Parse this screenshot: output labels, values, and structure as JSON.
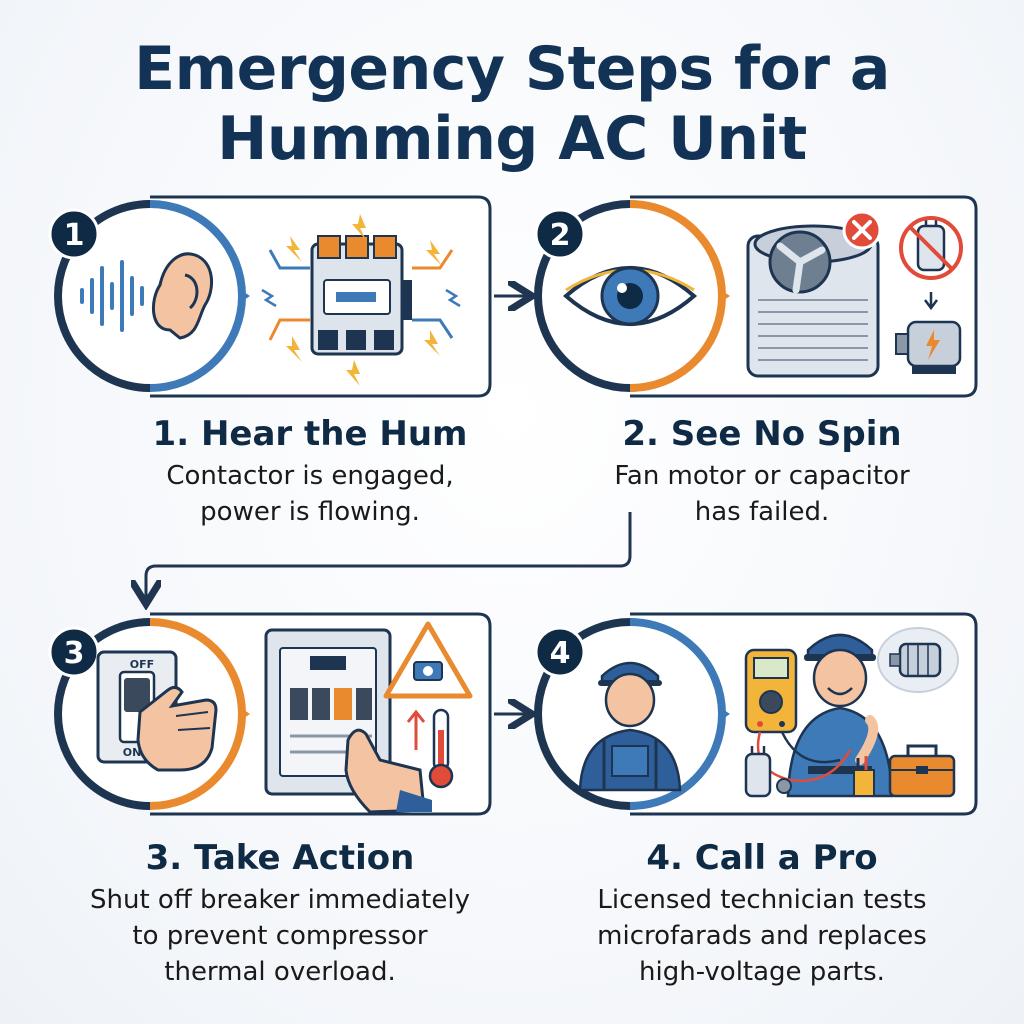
{
  "title": {
    "line1": "Emergency Steps for a",
    "line2": "Humming AC Unit"
  },
  "steps": [
    {
      "number": "1",
      "heading": "1. Hear the Hum",
      "description_lines": [
        "Contactor is engaged,",
        "power is flowing."
      ],
      "icons": [
        "ear-icon",
        "sound-wave-icon",
        "contactor-icon",
        "spark-icon"
      ]
    },
    {
      "number": "2",
      "heading": "2. See No Spin",
      "description_lines": [
        "Fan motor or capacitor",
        "has failed."
      ],
      "icons": [
        "eye-icon",
        "condenser-unit-icon",
        "error-x-icon",
        "no-capacitor-icon",
        "motor-icon"
      ]
    },
    {
      "number": "3",
      "heading": "3. Take Action",
      "description_lines": [
        "Shut off breaker immediately",
        "to prevent compressor",
        "thermal overload."
      ],
      "icons": [
        "switch-icon",
        "hand-icon",
        "breaker-panel-icon",
        "warning-motor-icon",
        "thermometer-icon"
      ],
      "switch_labels": {
        "top": "OFF",
        "bottom": "ON"
      }
    },
    {
      "number": "4",
      "heading": "4. Call a Pro",
      "description_lines": [
        "Licensed technician tests",
        "microfarads and replaces",
        "high-voltage parts."
      ],
      "icons": [
        "technician-icon",
        "multimeter-icon",
        "motor-bubble-icon",
        "toolbox-icon",
        "capacitor-icon"
      ]
    }
  ],
  "colors": {
    "navy": "#123256",
    "blue": "#3e7ab8",
    "light_blue": "#6fa8dc",
    "orange": "#e98a2e",
    "red": "#e04b3a",
    "yellow": "#f2b53a"
  }
}
